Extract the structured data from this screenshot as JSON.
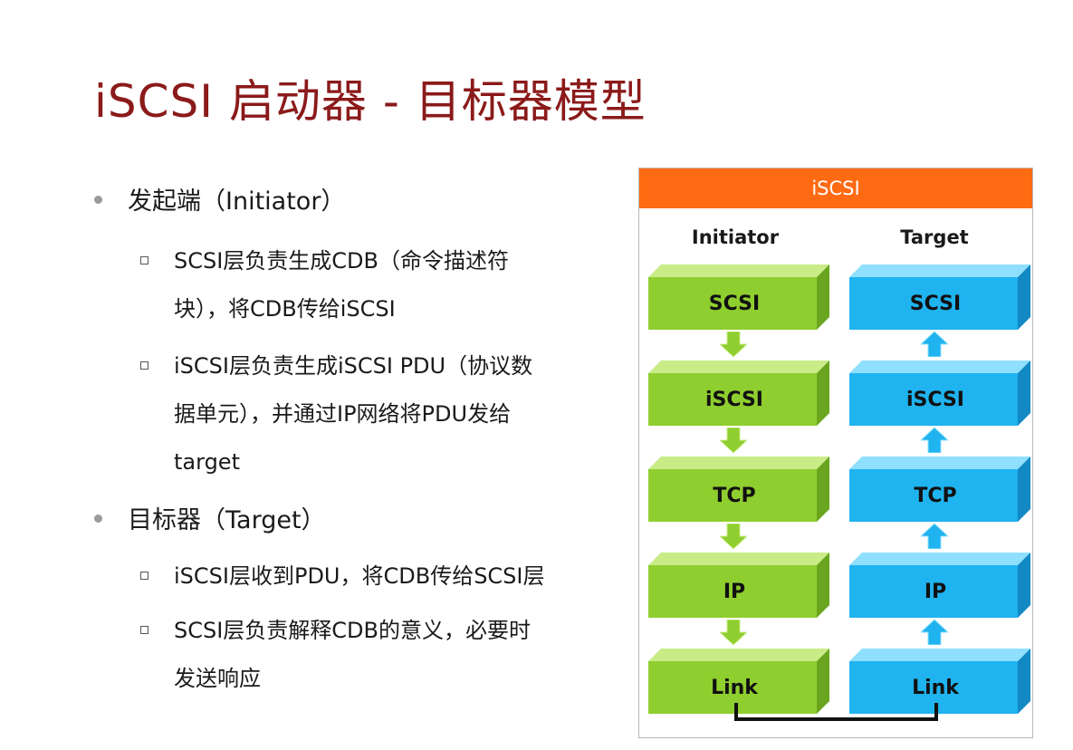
{
  "title": "iSCSI 启动器 - 目标器模型",
  "bullets": [
    {
      "label": "发起端（Initiator）",
      "subs": [
        {
          "lines": [
            "SCSI层负责生成CDB（命令描述符",
            "块），将CDB传给iSCSI"
          ]
        },
        {
          "lines": [
            "iSCSI层负责生成iSCSI  PDU（协议数",
            "据单元），并通过IP网络将PDU发给",
            "target"
          ]
        }
      ]
    },
    {
      "label": "目标器（Target）",
      "subs": [
        {
          "lines": [
            "iSCSI层收到PDU，将CDB传给SCSI层"
          ]
        },
        {
          "lines": [
            "SCSI层负责解释CDB的意义，必要时",
            "发送响应"
          ]
        }
      ]
    }
  ],
  "diagram": {
    "header": "iSCSI",
    "initiator_title": "Initiator",
    "target_title": "Target",
    "layers": [
      "SCSI",
      "iSCSI",
      "TCP",
      "IP",
      "Link"
    ],
    "colors": {
      "header": "#ff6a13",
      "initiator_top": "#c9ec88",
      "initiator_front": "#8fce2f",
      "initiator_side": "#6aa51f",
      "target_top": "#8fe0ff",
      "target_front": "#1fb3ef",
      "target_side": "#1288c4"
    },
    "initiator_arrow": "arrow-down-icon",
    "target_arrow": "arrow-up-icon"
  }
}
